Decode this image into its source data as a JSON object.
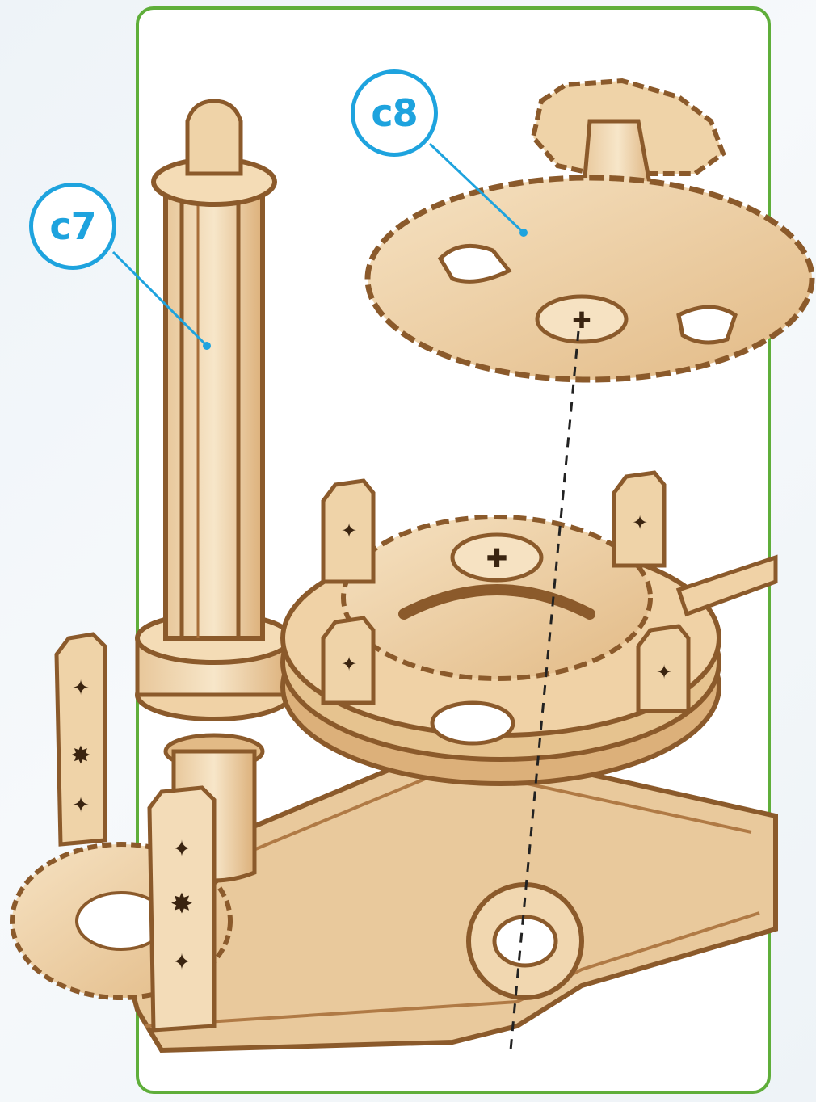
{
  "callouts": {
    "c7": {
      "label": "c7"
    },
    "c8": {
      "label": "c8"
    }
  },
  "colors": {
    "frame": "#5fae3a",
    "callout": "#1ea3de",
    "wood_light": "#f1d7b0",
    "wood_mid": "#e4bd8a",
    "wood_dark": "#8b5a2b"
  },
  "parts": [
    "c7 tall post",
    "c8 double gear",
    "base frame",
    "center gear stack",
    "side gear"
  ]
}
